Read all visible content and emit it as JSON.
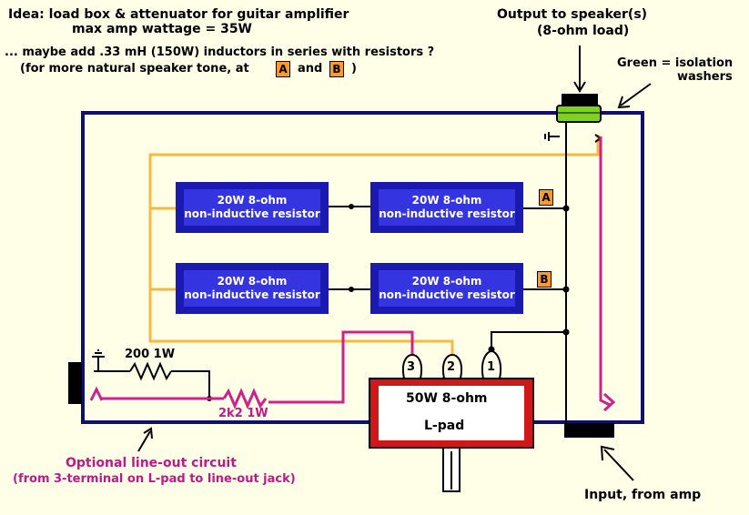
{
  "notes": {
    "idea_line1": "Idea:  load box & attenuator for guitar amplifier",
    "idea_line2": "max amp wattage = 35W",
    "inductor_line": "... maybe add .33 mH (150W) inductors in series with resistors ?",
    "tone_prefix": "(for more natural speaker tone, at",
    "tone_and": "and",
    "tone_suffix": ")",
    "tag_a": "A",
    "tag_b": "B"
  },
  "output": {
    "line1": "Output to speaker(s)",
    "line2": "(8-ohm load)"
  },
  "washers": {
    "line1": "Green = isolation",
    "line2": "washers"
  },
  "resistors": [
    {
      "line1": "20W  8-ohm",
      "line2": "non-inductive resistor"
    },
    {
      "line1": "20W  8-ohm",
      "line2": "non-inductive resistor"
    },
    {
      "line1": "20W  8-ohm",
      "line2": "non-inductive resistor"
    },
    {
      "line1": "20W  8-ohm",
      "line2": "non-inductive resistor"
    }
  ],
  "row_tags": [
    "A",
    "B"
  ],
  "lpad": {
    "line1": "50W  8-ohm",
    "line2": "L-pad",
    "terminals": [
      "3",
      "2",
      "1"
    ]
  },
  "lineout": {
    "r1": "200   1W",
    "r2": "2k2   1W",
    "caption1": "Optional line-out circuit",
    "caption2": "(from 3-terminal on L-pad to line-out jack)"
  },
  "input": {
    "label": "Input, from amp"
  },
  "colors": {
    "box": "#10106a",
    "wire_orange": "#f5b841",
    "wire_magenta": "#d0208c",
    "washer": "#7ed321",
    "lpad": "#d01818",
    "resistor": "#1a1ab0"
  }
}
